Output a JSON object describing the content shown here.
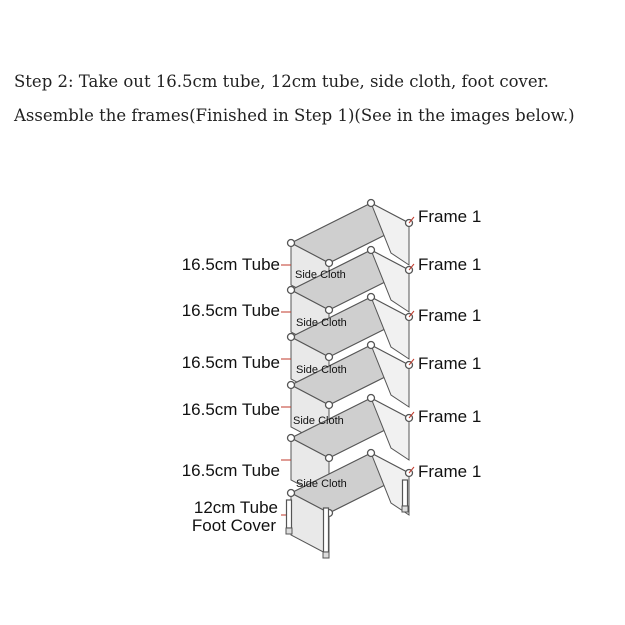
{
  "instructions": {
    "line1": "Step 2: Take out 16.5cm tube, 12cm tube, side cloth, foot cover.",
    "line2": "Assemble the frames(Finished in Step 1)(See in the images below.)"
  },
  "labels": {
    "frame": "Frame 1",
    "tube_165": "16.5cm Tube",
    "tube_12": "12cm Tube",
    "foot_cover": "Foot Cover",
    "side_cloth": "Side Cloth"
  },
  "colors": {
    "line": "#555555",
    "panel": "#cfcfcf",
    "accent": "#c0392b"
  }
}
